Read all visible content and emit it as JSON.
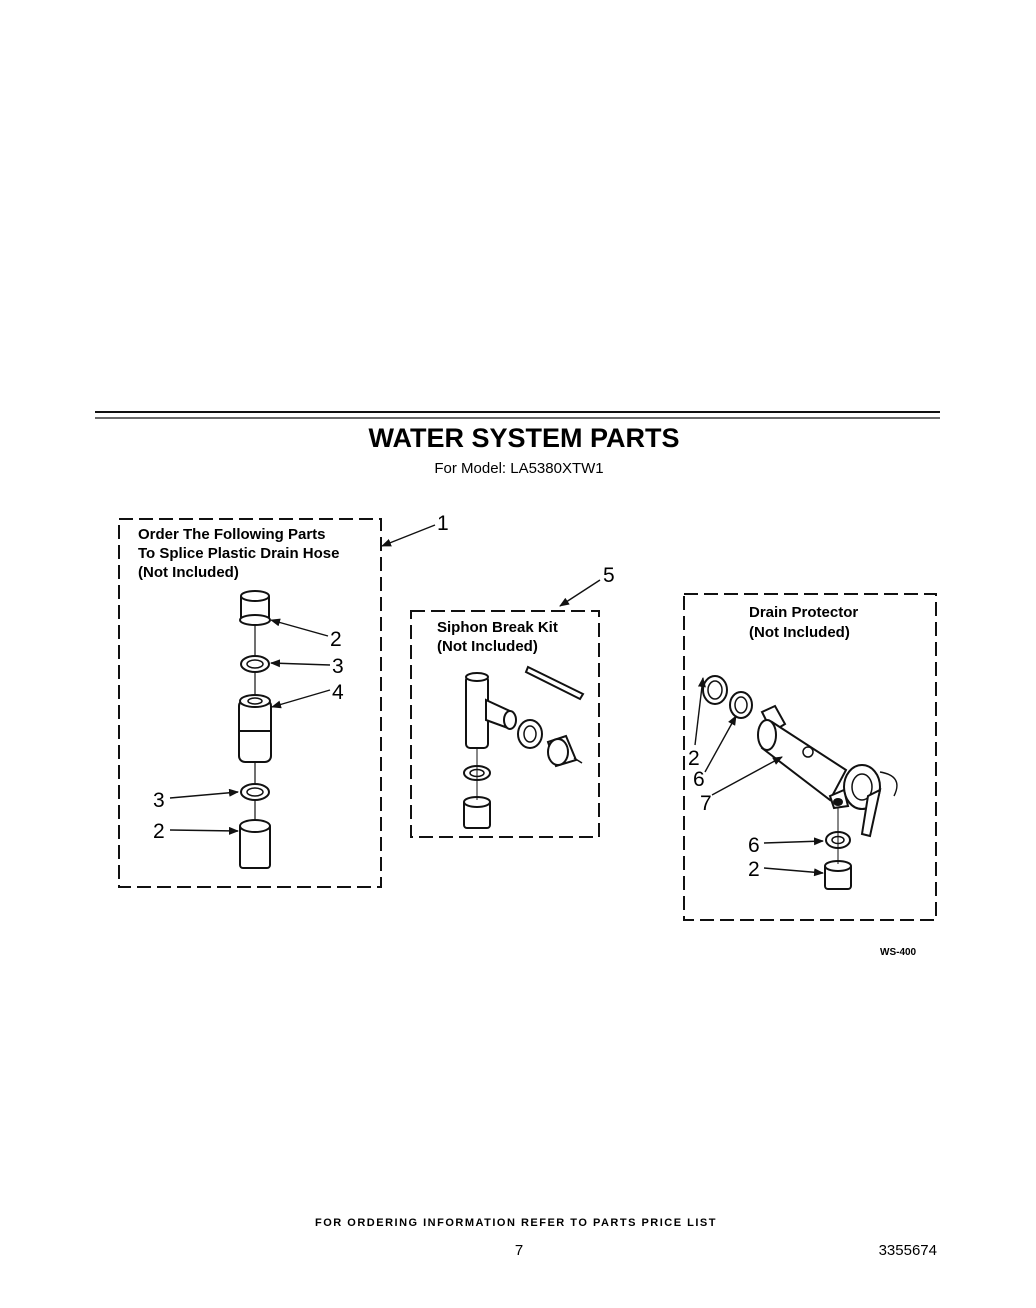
{
  "header": {
    "title": "WATER SYSTEM PARTS",
    "model_line": "For Model: LA5380XTW1"
  },
  "groups": {
    "splice_hose": {
      "label_lines": [
        "Order The Following Parts",
        "To Splice Plastic Drain Hose",
        "(Not Included)"
      ]
    },
    "siphon_break": {
      "label_lines": [
        "Siphon Break Kit",
        "(Not Included)"
      ]
    },
    "drain_protector": {
      "label_lines": [
        "Drain Protector",
        "(Not Included)"
      ]
    }
  },
  "callouts": {
    "c1": "1",
    "c2a": "2",
    "c3a": "3",
    "c4": "4",
    "c3b": "3",
    "c2b": "2",
    "c5": "5",
    "c2c": "2",
    "c6a": "6",
    "c7": "7",
    "c6b": "6",
    "c2d": "2"
  },
  "figure_code": "WS-400",
  "footer": {
    "ordering_note": "FOR ORDERING INFORMATION REFER TO PARTS PRICE LIST",
    "page_number": "7",
    "document_number": "3355674"
  }
}
